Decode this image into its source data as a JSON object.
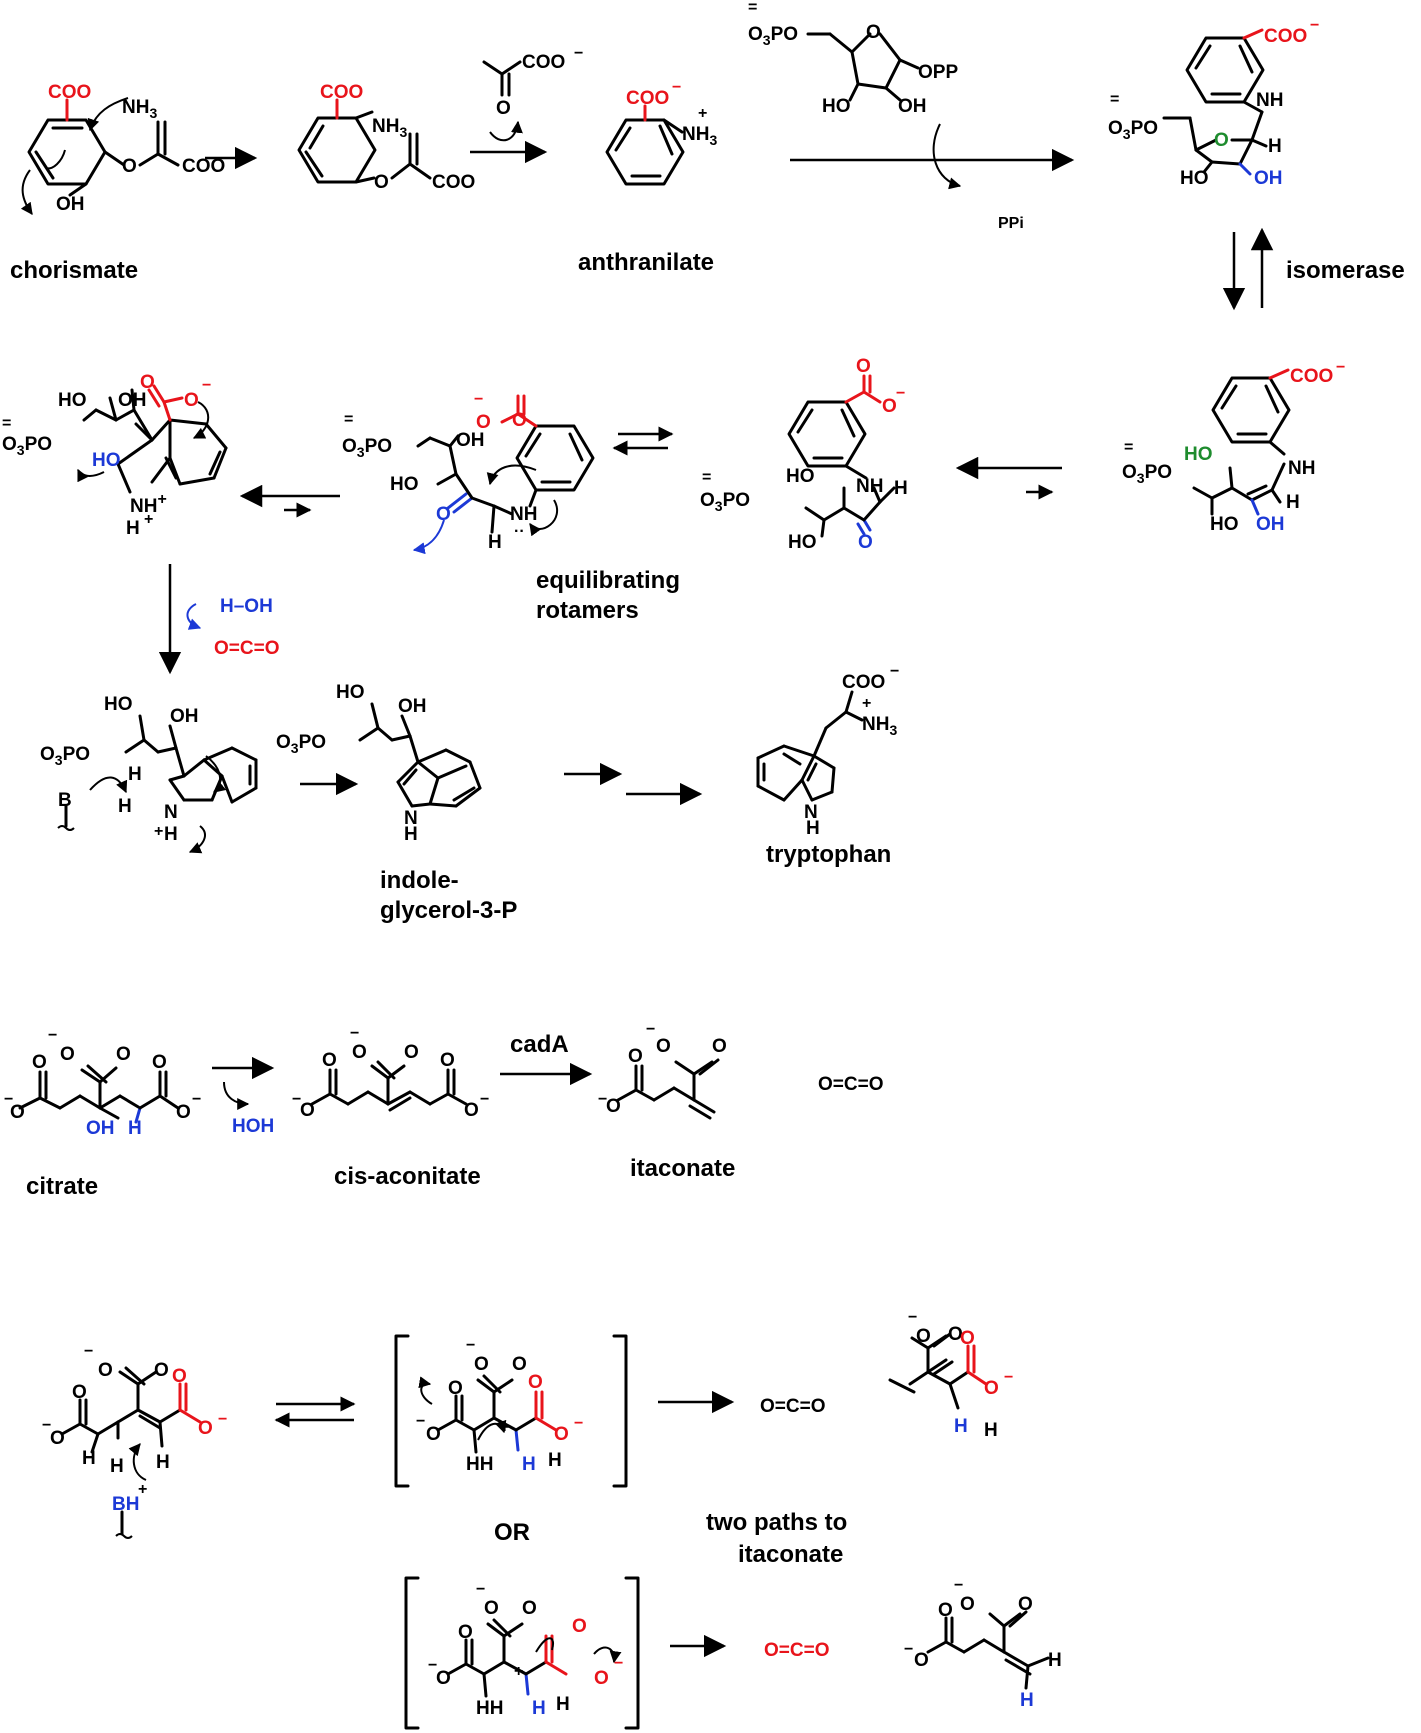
{
  "labels": {
    "chorismate": "chorismate",
    "anthranilate": "anthranilate",
    "isomerase": "isomerase",
    "ppi": "PPi",
    "equilibrating_1": "equilibrating",
    "equilibrating_2": "rotamers",
    "indole_1": "indole-",
    "indole_2": "glycerol-3-P",
    "tryptophan": "tryptophan",
    "citrate": "citrate",
    "cis_aconitate": "cis-aconitate",
    "itaconate": "itaconate",
    "cadA": "cadA",
    "or": "OR",
    "two_paths_1": "two paths to",
    "two_paths_2": "itaconate"
  },
  "atoms": {
    "coo": "COO",
    "nh3": "NH",
    "sub3": "3",
    "oh": "OH",
    "ho": "HO",
    "o": "O",
    "opp": "OPP",
    "o3po": "O",
    "po": "PO",
    "nh": "NH",
    "h": "H",
    "n": "N",
    "b": "B",
    "bh": "BH",
    "hh": "HH",
    "hoh": "HOH",
    "h_oh": "H–OH",
    "ocо": "O=C=O",
    "minus": "−",
    "plus": "+",
    "dianion": "="
  },
  "colors": {
    "red": "#e8141b",
    "blue": "#1c39d6",
    "green": "#1e8c2e"
  }
}
